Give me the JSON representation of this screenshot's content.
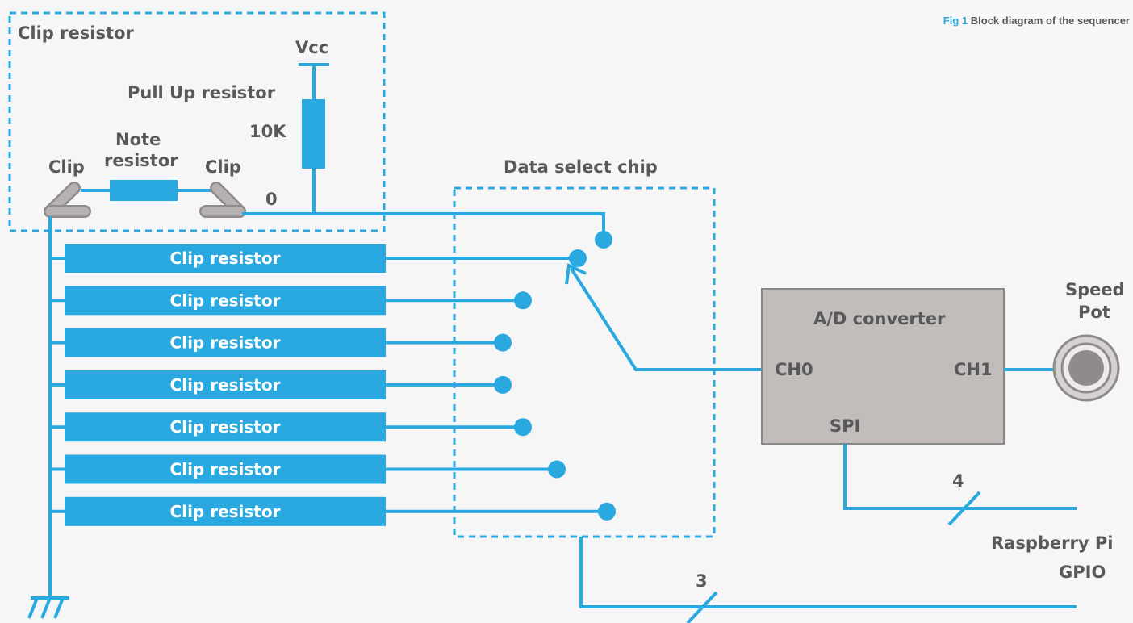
{
  "caption": {
    "figure": "Fig 1",
    "text": "Block diagram of the sequencer"
  },
  "clip_box": {
    "title": "Clip resistor",
    "vcc": "Vcc",
    "pullup": "Pull Up resistor",
    "pullup_value": "10K",
    "note_line1": "Note",
    "note_line2": "resistor",
    "clip_left": "Clip",
    "clip_right": "Clip",
    "zero": "0"
  },
  "clip_resistors": [
    "Clip resistor",
    "Clip resistor",
    "Clip resistor",
    "Clip resistor",
    "Clip resistor",
    "Clip resistor",
    "Clip resistor"
  ],
  "data_select": {
    "title": "Data select chip"
  },
  "adc": {
    "title": "A/D converter",
    "ch0": "CH0",
    "ch1": "CH1",
    "spi": "SPI"
  },
  "speed_pot": {
    "line1": "Speed",
    "line2": "Pot"
  },
  "spi_bus_width": "4",
  "select_bus_width": "3",
  "rpi": {
    "line1": "Raspberry Pi",
    "line2": "GPIO"
  },
  "colors": {
    "wire": "#2aa9e0",
    "text": "#58595b",
    "adc_fill": "#c2bcbb",
    "adc_border": "#888888",
    "clip_fill": "#b7b2b1"
  }
}
